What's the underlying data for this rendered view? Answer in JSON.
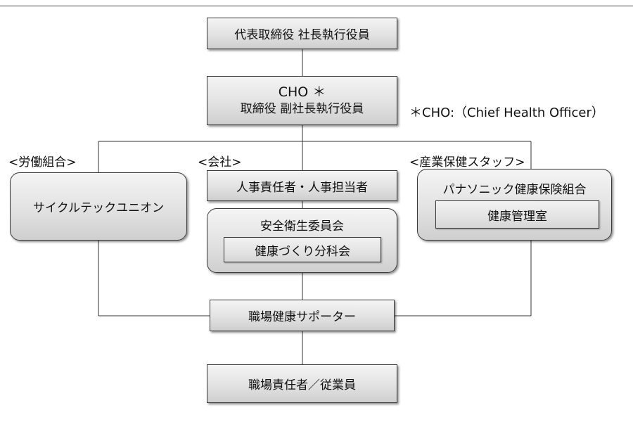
{
  "ceo_box": "代表取締役 社長執行役員",
  "cho_box": {
    "line1": "CHO ＊",
    "line2": "取締役 副社長執行役員"
  },
  "cho_note": "＊CHO:（Chief Health Officer）",
  "groups": {
    "union": {
      "label": "<労働組合>",
      "box": "サイクルテックユニオン"
    },
    "company": {
      "label": "<会社>",
      "hr_box": "人事責任者・人事担当者",
      "committee": {
        "title": "安全衛生委員会",
        "sub": "健康づくり分科会"
      }
    },
    "health_staff": {
      "label": "<産業保健スタッフ>",
      "title": "パナソニック健康保険組合",
      "sub": "健康管理室"
    }
  },
  "supporter_box": "職場健康サポーター",
  "bottom_box": "職場責任者／従業員"
}
